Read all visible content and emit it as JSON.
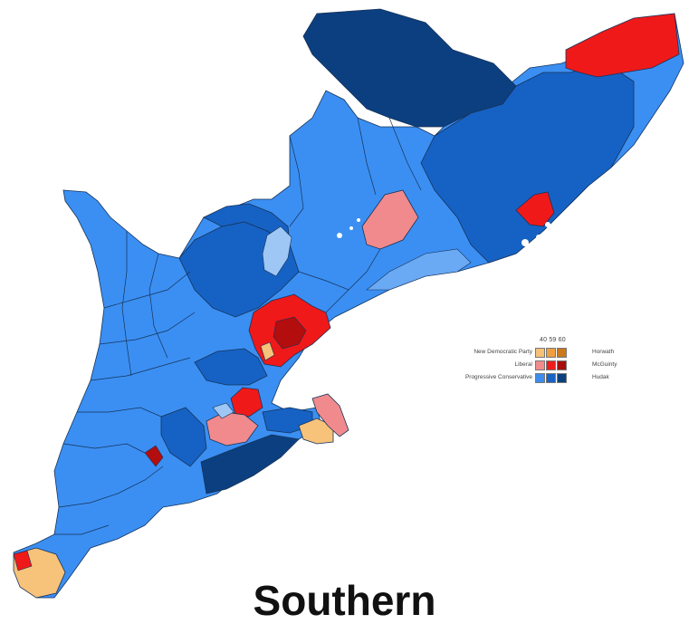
{
  "legend": {
    "header": "40 59 60",
    "rows": [
      {
        "party": "New Democratic Party",
        "leader": "Horwath",
        "colors": [
          "#f6c177",
          "#ef9f3f",
          "#c97a1d"
        ]
      },
      {
        "party": "Liberal",
        "leader": "McGuinty",
        "colors": [
          "#f28b8b",
          "#ef1c1c",
          "#a60e0e"
        ]
      },
      {
        "party": "Progressive Conservative",
        "leader": "Hudak",
        "colors": [
          "#3d8df0",
          "#1763c6",
          "#0b3f7e"
        ]
      }
    ]
  },
  "caption": "Southern",
  "colors": {
    "pc_light": "#3b8ff2",
    "pc_mid": "#1662c4",
    "pc_dark": "#0c3f7f",
    "pc_pale": "#9fc7f5",
    "lib_light": "#f08a8c",
    "lib_mid": "#f01919",
    "lib_dark": "#b30d0d",
    "ndp_light": "#f7c27a",
    "border": "#16335a"
  }
}
